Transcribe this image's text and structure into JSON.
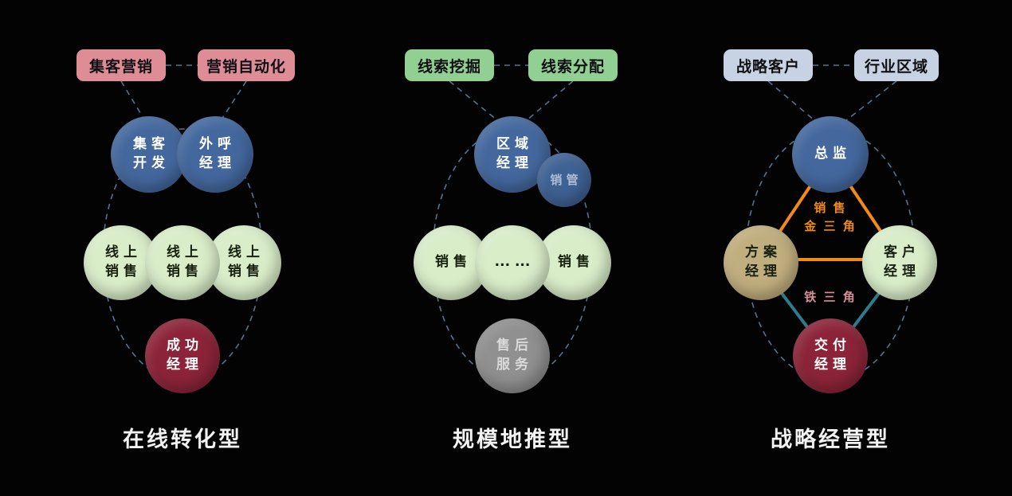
{
  "palette": {
    "background": "#030303",
    "dashed_line": "#53748f",
    "orange": "#f28a17",
    "teal": "#2f7b8c",
    "tag_pink": "#de8d97",
    "tag_green": "#92cf92",
    "tag_bluegray": "#c7d3e2",
    "node_blue": "#44689e",
    "node_blue_dark": "#3f6294",
    "node_green": "#d9edc9",
    "node_red": "#8c2439",
    "node_gray": "#909090",
    "node_tan": "#c0ae7e",
    "golden_text": "#f28a17",
    "iron_text": "#d98f98"
  },
  "columns": [
    {
      "title": "在线转化型",
      "tags": [
        {
          "label": "集客营销"
        },
        {
          "label": "营销自动化"
        }
      ],
      "nodes": {
        "inbound": "集 客\n开 发",
        "outbound": "外 呼\n经 理",
        "sales1": "线 上\n销 售",
        "sales2": "线 上\n销 售",
        "sales3": "线 上\n销 售",
        "success": "成 功\n经 理"
      }
    },
    {
      "title": "规模地推型",
      "tags": [
        {
          "label": "线索挖掘"
        },
        {
          "label": "线索分配"
        }
      ],
      "nodes": {
        "regional": "区 域\n经 理",
        "salesops": "销 管",
        "sales1": "销 售",
        "dots": "... ...",
        "sales2": "销 售",
        "aftersales": "售 后\n服 务"
      }
    },
    {
      "title": "战略经营型",
      "tags": [
        {
          "label": "战略客户"
        },
        {
          "label": "行业区域"
        }
      ],
      "nodes": {
        "director": "总 监",
        "solution": "方 案\n经 理",
        "account": "客 户\n经 理",
        "delivery": "交 付\n经 理"
      },
      "annotations": {
        "golden": "销 售\n金 三 角",
        "iron": "铁 三 角"
      }
    }
  ]
}
